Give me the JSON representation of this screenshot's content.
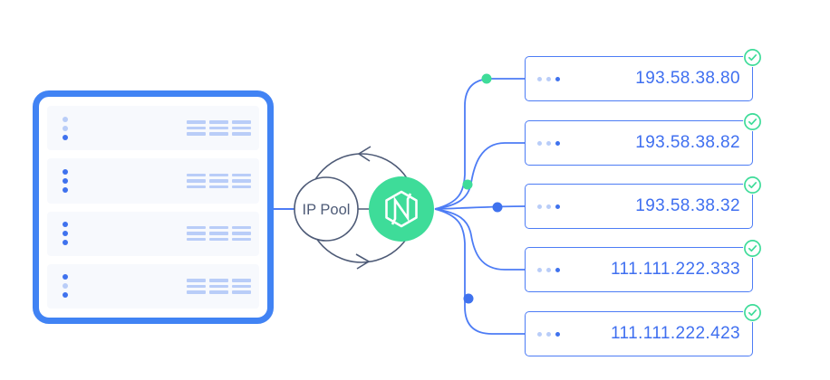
{
  "colors": {
    "panel_border_blue": "#4183f4",
    "line_blue": "#4d7cf5",
    "ip_text_blue": "#3f6ff0",
    "light_blue": "#b9cdf8",
    "dark_dot_blue": "#3f72ee",
    "green": "#3edc99",
    "slate": "#4e5b77"
  },
  "pool": {
    "label": "IP Pool",
    "logo": "netnut-hexagon-n-logo",
    "rotation_arrows": "counterclockwise"
  },
  "panel": {
    "rows": [
      {
        "dots": [
          "dot light",
          "dot light",
          "dot dark"
        ]
      },
      {
        "dots": [
          "dot dark",
          "dot dark",
          "dot dark"
        ]
      },
      {
        "dots": [
          "dot dark",
          "dot dark",
          "dot dark"
        ]
      },
      {
        "dots": [
          "dot dark",
          "dot light",
          "dot dark"
        ]
      }
    ],
    "bar_groups_per_row": 3,
    "bars_per_group": 3
  },
  "nodes": [
    {
      "ip": "193.58.38.80",
      "status_icon": "check-circle"
    },
    {
      "ip": "193.58.38.82",
      "status_icon": "check-circle"
    },
    {
      "ip": "193.58.38.32",
      "status_icon": "check-circle"
    },
    {
      "ip": "111.111.222.333",
      "status_icon": "check-circle"
    },
    {
      "ip": "111.111.222.423",
      "status_icon": "check-circle"
    }
  ],
  "fan_dots": [
    {
      "on_line_to": "193.58.38.80",
      "color": "#3edc99"
    },
    {
      "on_line_to": "193.58.38.82",
      "color": "#3edc99"
    },
    {
      "on_line_to": "193.58.38.32",
      "color": "#3f72ee"
    },
    {
      "on_line_to": "111.111.222.423",
      "color": "#3f72ee"
    }
  ]
}
